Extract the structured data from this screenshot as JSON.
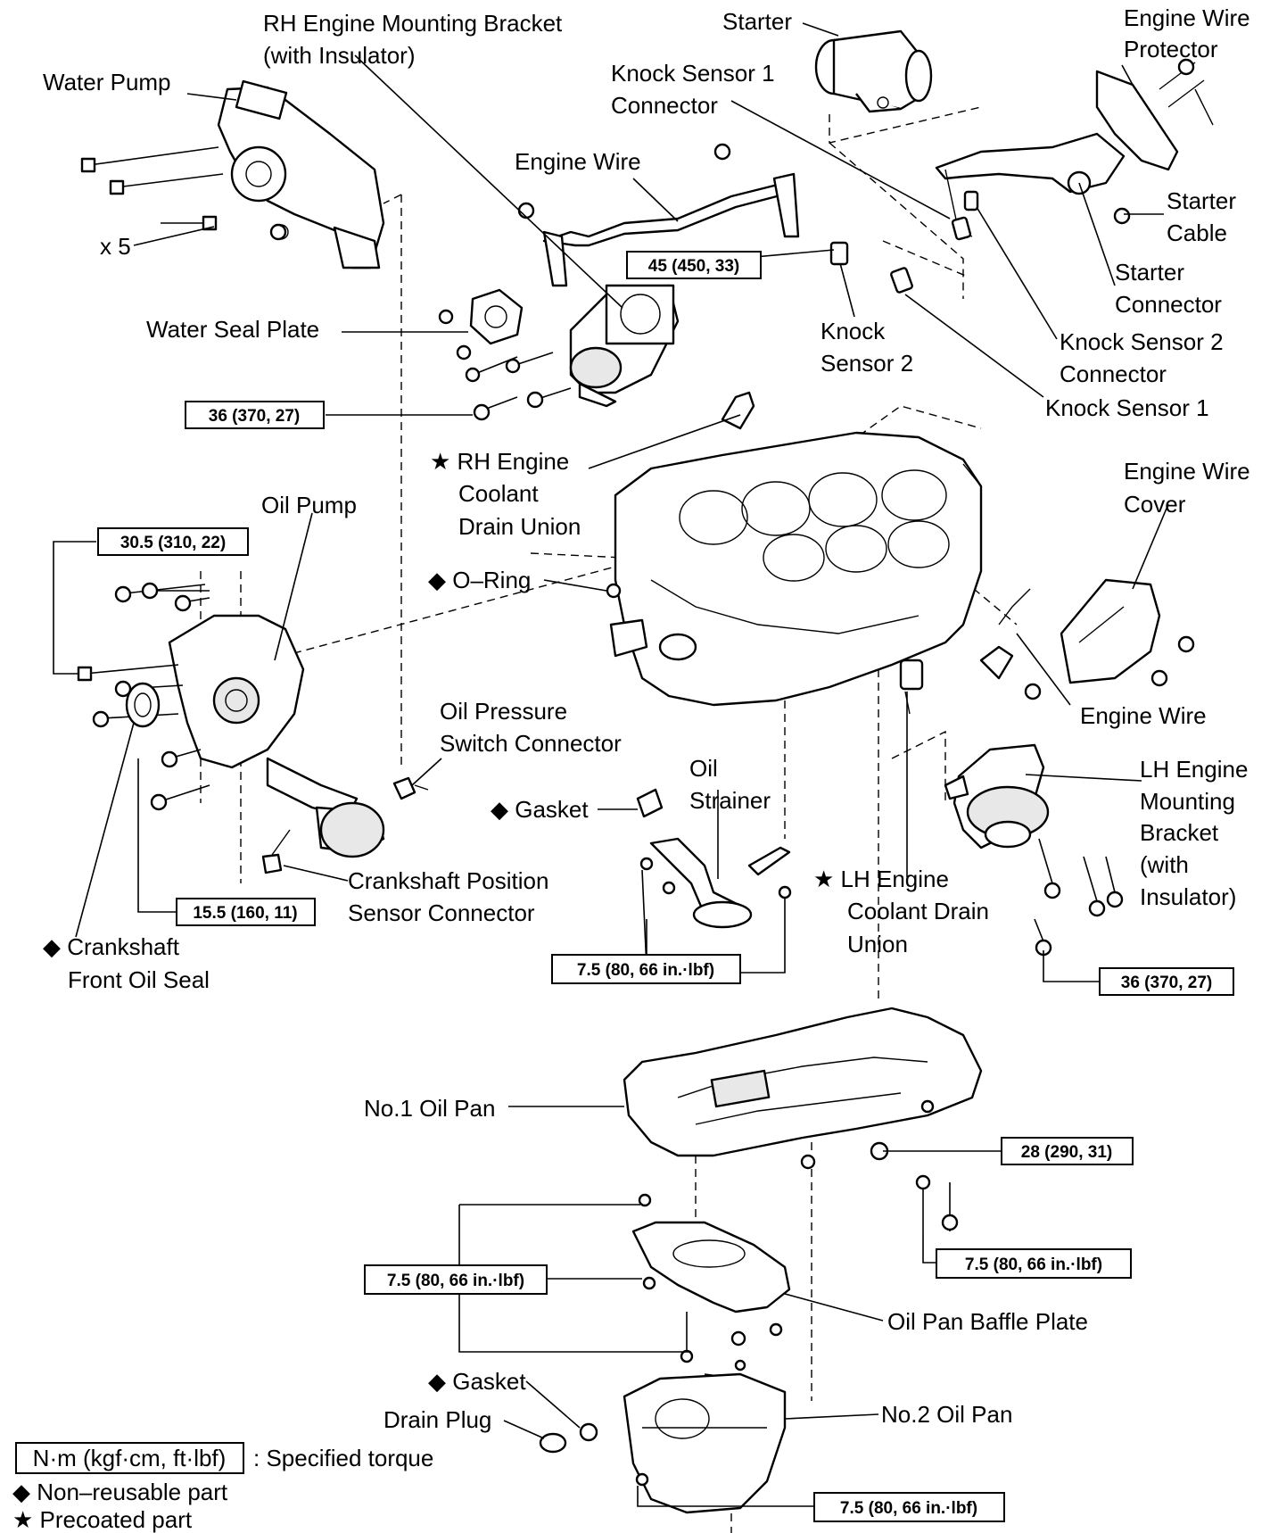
{
  "labels": {
    "rh_mount_l1": "RH Engine Mounting Bracket",
    "rh_mount_l2": "(with Insulator)",
    "starter": "Starter",
    "wire_protector_l1": "Engine Wire",
    "wire_protector_l2": "Protector",
    "water_pump": "Water Pump",
    "ks1_conn_l1": "Knock Sensor 1",
    "ks1_conn_l2": "Connector",
    "engine_wire_top": "Engine Wire",
    "starter_cable_l1": "Starter",
    "starter_cable_l2": "Cable",
    "x5": "x 5",
    "starter_conn_l1": "Starter",
    "starter_conn_l2": "Connector",
    "water_seal_plate": "Water Seal Plate",
    "ks2_l1": "Knock",
    "ks2_l2": "Sensor 2",
    "ks2_conn_l1": "Knock Sensor 2",
    "ks2_conn_l2": "Connector",
    "ks1": "Knock Sensor 1",
    "rh_coolant_l1": "★ RH Engine",
    "rh_coolant_l2": "Coolant",
    "rh_coolant_l3": "Drain Union",
    "oil_pump": "Oil Pump",
    "wire_cover_l1": "Engine Wire",
    "wire_cover_l2": "Cover",
    "o_ring": "◆ O–Ring",
    "engine_wire_right": "Engine Wire",
    "ops_conn_l1": "Oil Pressure",
    "ops_conn_l2": "Switch Connector",
    "oil_l1": "Oil",
    "oil_l2": "Strainer",
    "lh_mount_l1": "LH Engine",
    "lh_mount_l2": "Mounting",
    "lh_mount_l3": "Bracket",
    "lh_mount_l4": "(with",
    "lh_mount_l5": "Insulator)",
    "gasket_mid": "◆ Gasket",
    "ckp_conn_l1": "Crankshaft Position",
    "ckp_conn_l2": "Sensor Connector",
    "lh_coolant_l1": "★  LH Engine",
    "lh_coolant_l2": "Coolant Drain",
    "lh_coolant_l3": "Union",
    "crank_seal_l1": "◆ Crankshaft",
    "crank_seal_l2": "Front Oil Seal",
    "no1_oil_pan": "No.1 Oil Pan",
    "baffle_plate": "Oil Pan Baffle Plate",
    "gasket_low": "◆ Gasket",
    "drain_plug": "Drain Plug",
    "no2_oil_pan": "No.2 Oil Pan"
  },
  "torques": {
    "t45": "45 (450, 33)",
    "t36a": "36 (370, 27)",
    "t30": "30.5 (310, 22)",
    "t15": "15.5 (160, 11)",
    "t75a": "7.5 (80, 66 in.·lbf)",
    "t36b": "36 (370, 27)",
    "t28": "28 (290, 31)",
    "t75b": "7.5 (80, 66 in.·lbf)",
    "t75c": "7.5 (80, 66 in.·lbf)",
    "t75d": "7.5 (80, 66 in.·lbf)"
  },
  "legend": {
    "unit_box": "N·m (kgf·cm, ft·lbf)",
    "unit_desc": ": Specified torque",
    "nonreusable": "◆ Non–reusable part",
    "precoated": "★ Precoated part"
  }
}
